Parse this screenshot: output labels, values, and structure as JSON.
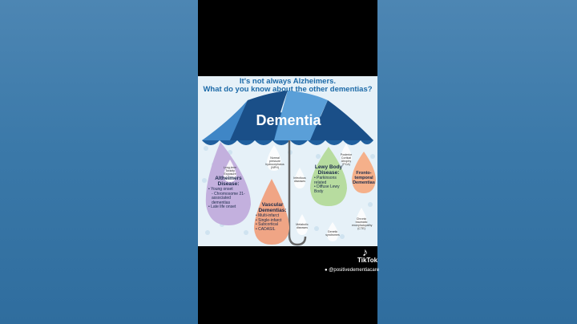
{
  "infographic": {
    "title_line1": "It's not always Alzheimers.",
    "title_line2": "What do you know about the other dementias?",
    "umbrella_label": "Dementia",
    "alzheimers": {
      "title": "Altheimers Disease:",
      "items": [
        "• Young onset",
        "- Chromosome 21-associated dementias",
        "• Late life onset"
      ]
    },
    "vascular": {
      "title": "Vascular Dementias:",
      "items": [
        "• Multi-infarct",
        "• Single-infarct",
        "• Subcortical",
        "• CADASIL"
      ]
    },
    "lewy": {
      "title": "Lewy Body Disease:",
      "items": [
        "• Parkinsons related",
        "• Diffuse Lewy Body"
      ]
    },
    "frontotemporal": {
      "title": "Fronto-temporal Dementias"
    },
    "small_drops": {
      "long_term": "Long-term Toxicity Exposure",
      "nph": "Normal pressure hydrocephalus (NPH)",
      "infectious": "Infectious diseases",
      "pca": "Posterior Cortical Atrophy (PCA)",
      "metabolic": "Metabolic diseases",
      "genetic": "Genetic syndromes",
      "cte": "Chronic traumatic encephalopathy (CTE)"
    },
    "colors": {
      "umbrella_dark": "#1f5f9e",
      "umbrella_light": "#4f93cf",
      "alzheimers": "#c3b0de",
      "vascular": "#f0a585",
      "lewy": "#b7dc9f",
      "frontotemporal": "#f5b08a",
      "background": "#e6f1f8"
    }
  },
  "tiktok": {
    "logo_glyph": "♪",
    "brand": "TikTok",
    "handle": "@positivedementiacare"
  }
}
